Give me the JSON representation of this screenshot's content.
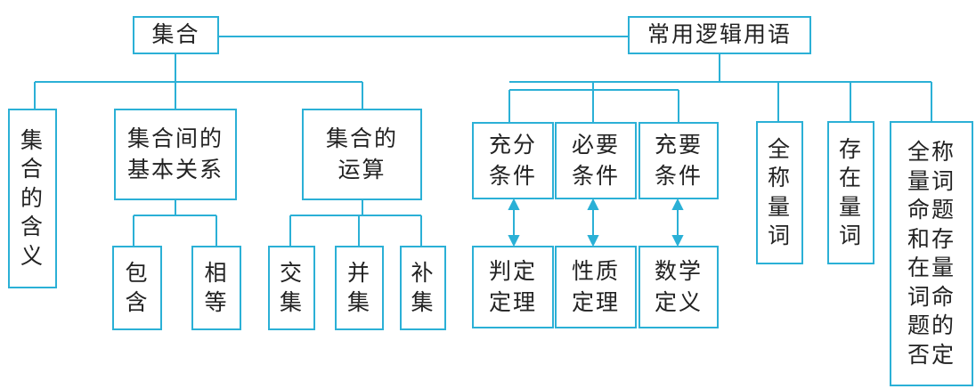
{
  "diagram": {
    "root_left": "集合",
    "root_right": "常用逻辑用语",
    "set_meaning": "集合的含义",
    "set_relation": "集合间的\n基本关系",
    "set_operation": "集合的\n运算",
    "contain": "包含",
    "equal": "相等",
    "intersection": "交集",
    "union": "并集",
    "complement": "补集",
    "sufficient": "充分\n条件",
    "necessary": "必要\n条件",
    "sufficient_necessary": "充要\n条件",
    "judgment_theorem": "判定\n定理",
    "property_theorem": "性质\n定理",
    "math_definition": "数学\n定义",
    "universal_quantifier": "全称量词",
    "existential_quantifier": "存在量词",
    "quantified_negation": "全称量词命题和存在量词命题的否定"
  },
  "colors": {
    "line": "#2bb0d6",
    "text": "#222222"
  }
}
